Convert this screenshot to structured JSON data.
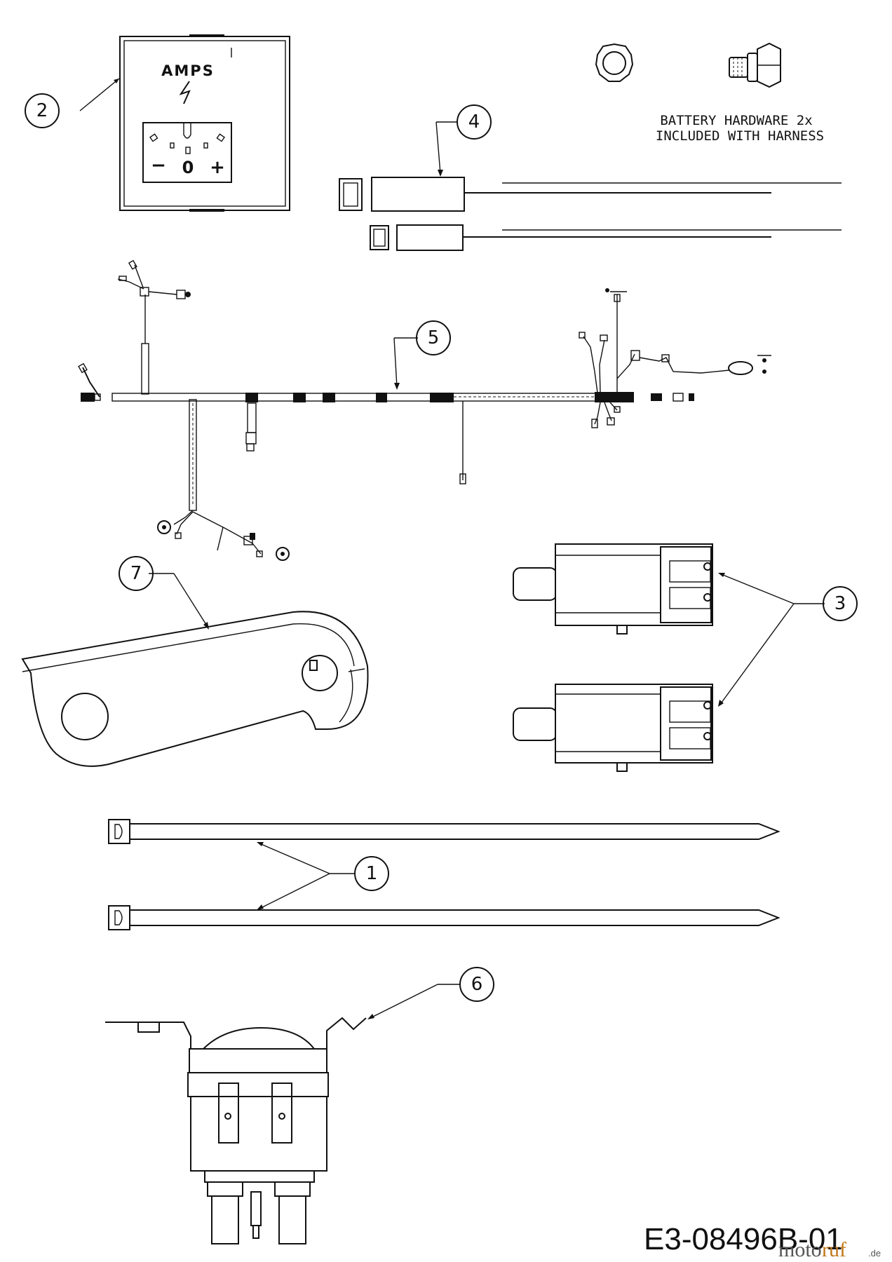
{
  "callouts": [
    {
      "num": "1"
    },
    {
      "num": "2"
    },
    {
      "num": "3"
    },
    {
      "num": "4"
    },
    {
      "num": "5"
    },
    {
      "num": "6"
    },
    {
      "num": "7"
    }
  ],
  "gauge": {
    "title": "AMPS",
    "minus": "−",
    "zero": "0",
    "plus": "+"
  },
  "note": {
    "line1": "BATTERY HARDWARE 2x",
    "line2": "INCLUDED WITH HARNESS"
  },
  "drawing_code": "E3-08496B-01",
  "watermark": {
    "part1": "moto",
    "part2": "ruf",
    "suffix": ".de"
  }
}
